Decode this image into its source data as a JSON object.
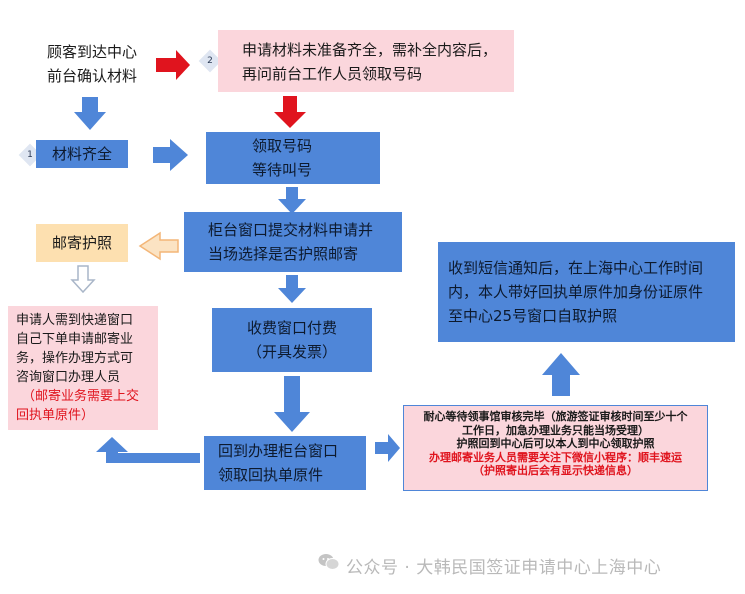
{
  "customer_arrives": [
    "顾客到达中心",
    "前台确认材料"
  ],
  "incomplete": {
    "badge": "2",
    "lines": [
      "申请材料未准备齐全，需补全内容后，",
      "再问前台工作人员领取号码"
    ]
  },
  "complete": {
    "badge": "1",
    "label": "材料齐全"
  },
  "take_number": [
    "领取号码",
    "等待叫号"
  ],
  "counter_submit": [
    "柜台窗口提交材料申请并",
    "当场选择是否护照邮寄"
  ],
  "mail_passport": "邮寄护照",
  "mail_note": {
    "lines": [
      "申请人需到快递窗口",
      "自己下单申请邮寄业",
      "务，操作办理方式可",
      "咨询窗口办理人员"
    ],
    "red_lines": [
      "（邮寄业务需要上交",
      "回执单原件）"
    ]
  },
  "payment": [
    "收费窗口付费",
    "（开具发票）"
  ],
  "return_counter": [
    "回到办理柜台窗口",
    "领取回执单原件"
  ],
  "wait_note": {
    "lines": [
      "耐心等待领事馆审核完毕（旅游签证审核时间至少十个",
      "工作日，加急办理业务只能当场受理）",
      "护照回到中心后可以本人到中心领取护照"
    ],
    "red_lines": [
      "办理邮寄业务人员需要关注下微信小程序：顺丰速运",
      "（护照寄出后会有显示快递信息）"
    ]
  },
  "sms_notice": [
    "收到短信通知后，在上海中心工作时间",
    "内，本人带好回执单原件加身份证原件",
    "至中心25号窗口自取护照"
  ],
  "watermark": "公众号 · 大韩民国签证申请中心上海中心",
  "colors": {
    "blue": "#4f86d8",
    "red": "#e0141e",
    "pink": "#fbd6dc",
    "orange": "#fde0b0"
  }
}
